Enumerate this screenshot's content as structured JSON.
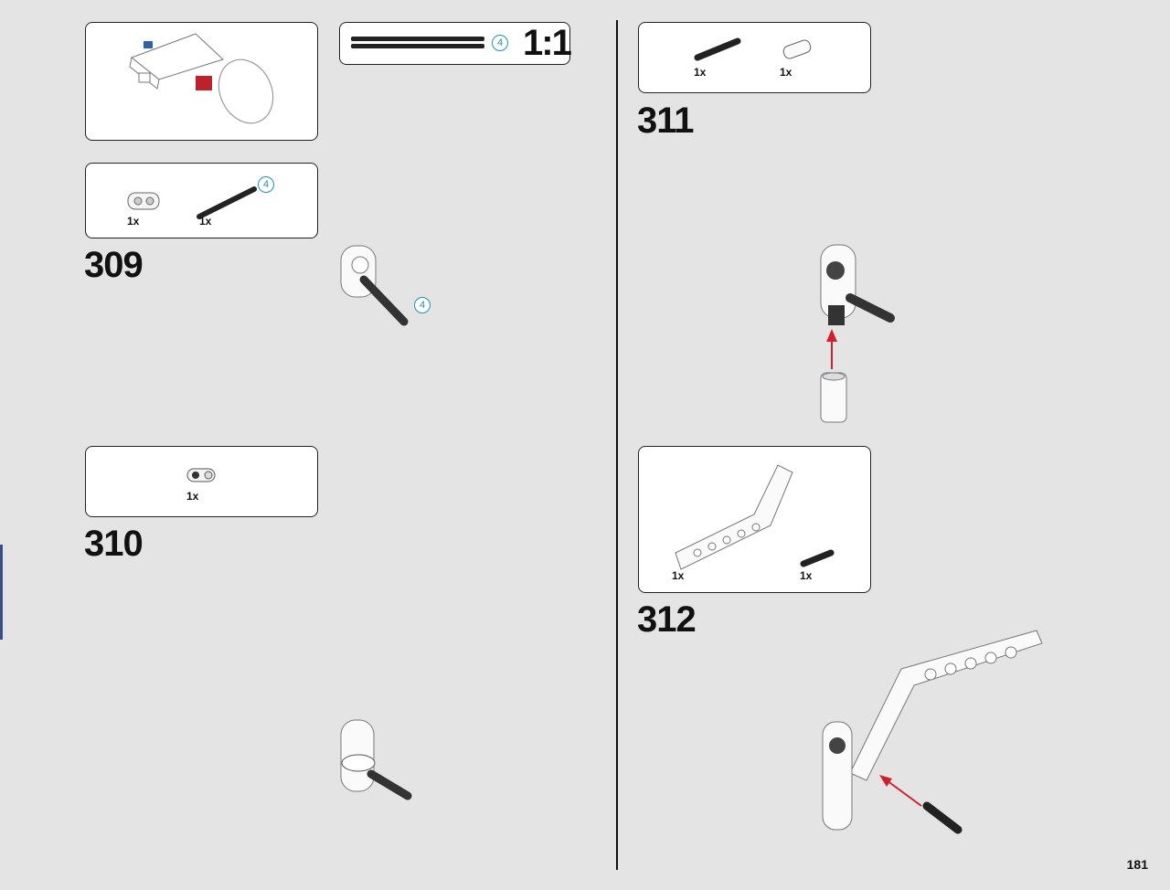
{
  "page": {
    "number": "181"
  },
  "steps": [
    {
      "number": "309",
      "parts": [
        {
          "qty": "1x",
          "name": "connector-block-icon"
        },
        {
          "qty": "1x",
          "name": "axle-4-icon"
        }
      ],
      "callout": "4"
    },
    {
      "number": "310",
      "parts": [
        {
          "qty": "1x",
          "name": "cross-connector-icon"
        }
      ]
    },
    {
      "number": "311",
      "parts": [
        {
          "qty": "1x",
          "name": "pin-axle-icon"
        },
        {
          "qty": "1x",
          "name": "bush-tube-icon"
        }
      ]
    },
    {
      "number": "312",
      "parts": [
        {
          "qty": "1x",
          "name": "angled-beam-icon"
        },
        {
          "qty": "1x",
          "name": "pin-long-icon"
        }
      ]
    }
  ],
  "scale_box": {
    "label": "1:1",
    "callout": "4"
  },
  "colors": {
    "arrow": "#d0202e",
    "callout": "#1f8fb8",
    "part_dark": "#2a2a2a"
  }
}
